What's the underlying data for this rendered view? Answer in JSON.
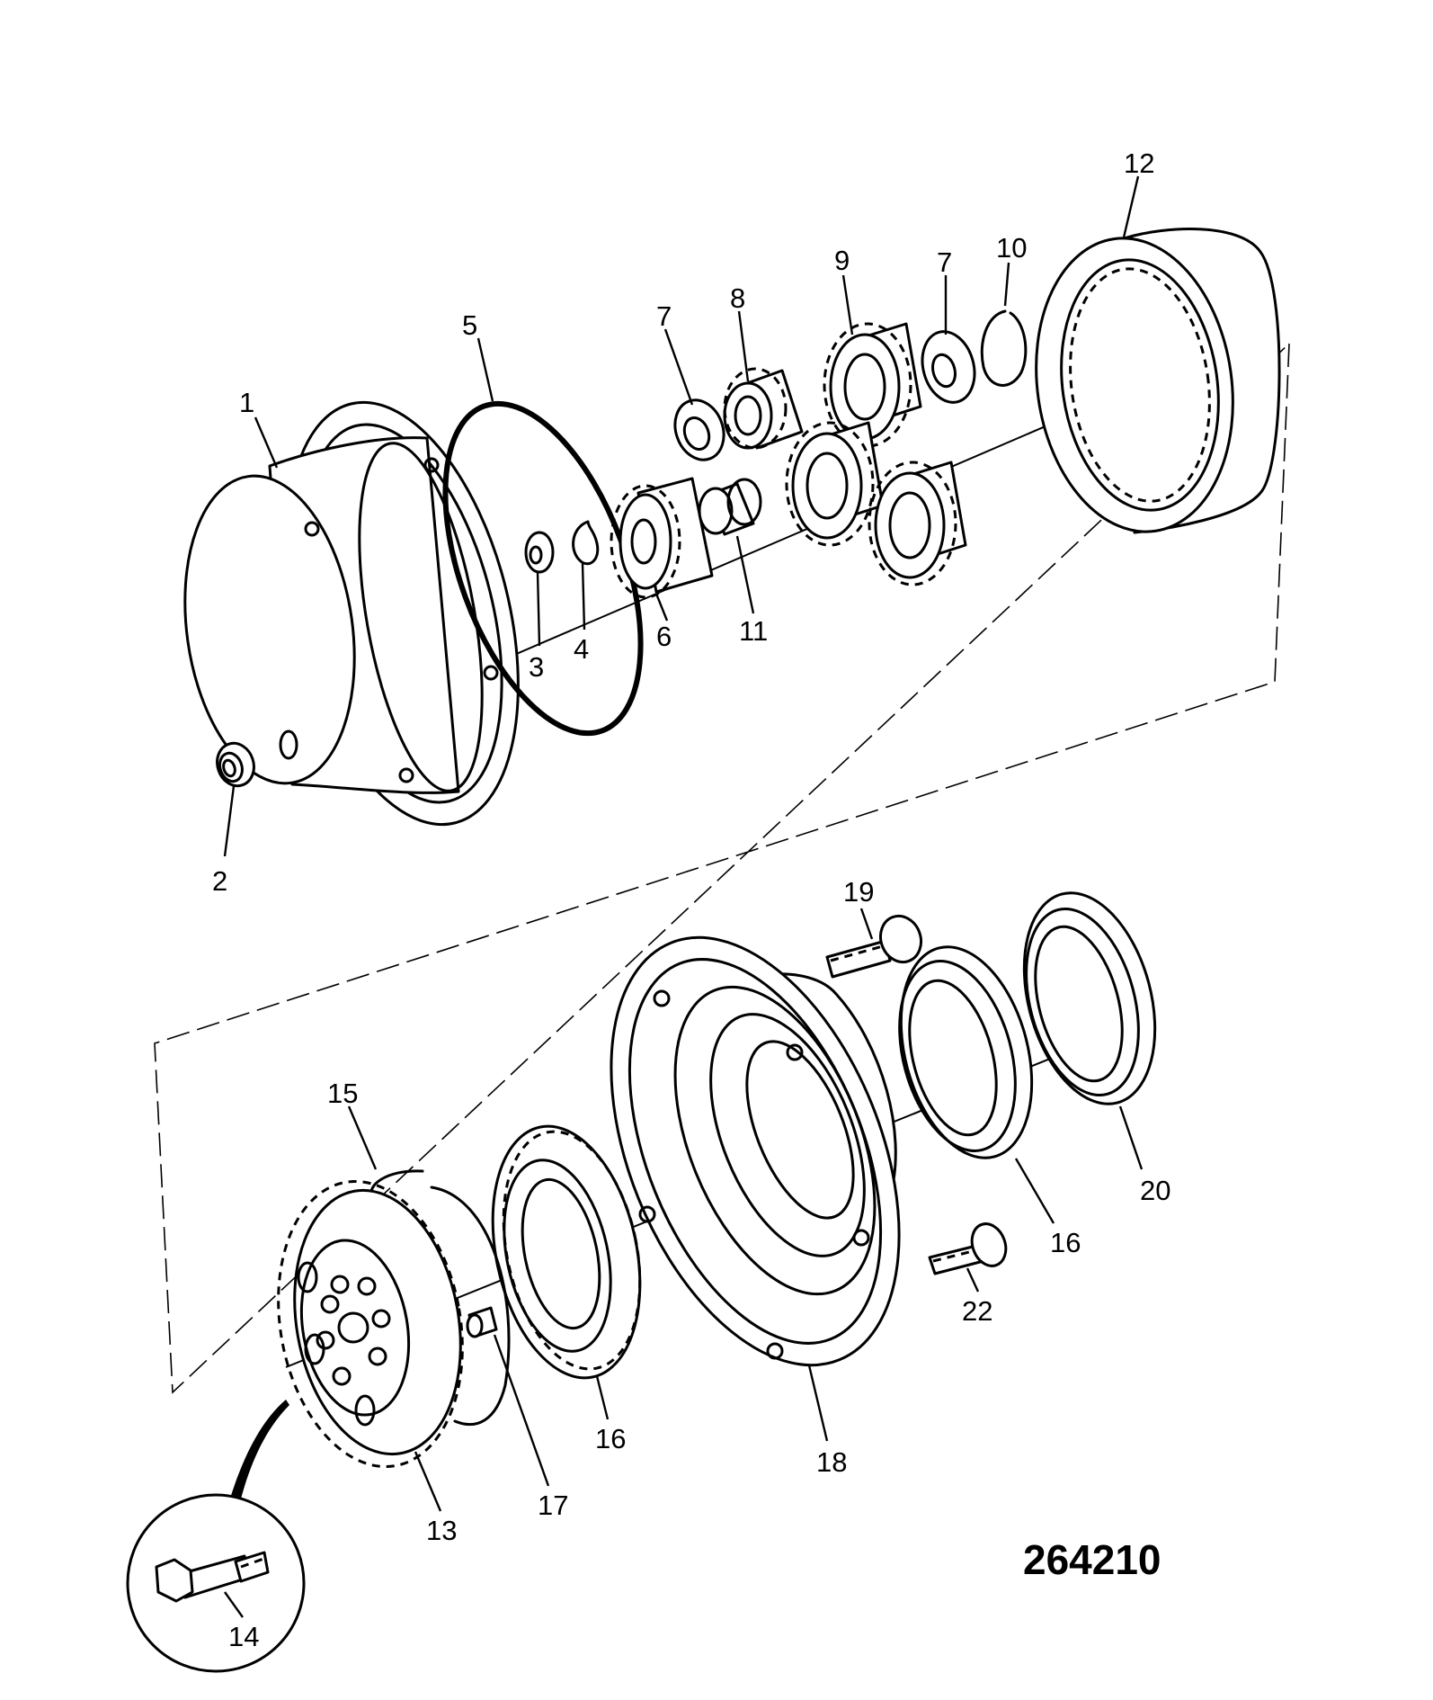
{
  "drawing": {
    "reference_number": "264210",
    "callouts": {
      "c1": "1",
      "c2": "2",
      "c3": "3",
      "c4": "4",
      "c5": "5",
      "c6": "6",
      "c7a": "7",
      "c7b": "7",
      "c8": "8",
      "c9": "9",
      "c10": "10",
      "c11": "11",
      "c12": "12",
      "c13": "13",
      "c14": "14",
      "c15": "15",
      "c16a": "16",
      "c16b": "16",
      "c17": "17",
      "c18": "18",
      "c19": "19",
      "c20": "20",
      "c22": "22"
    }
  }
}
